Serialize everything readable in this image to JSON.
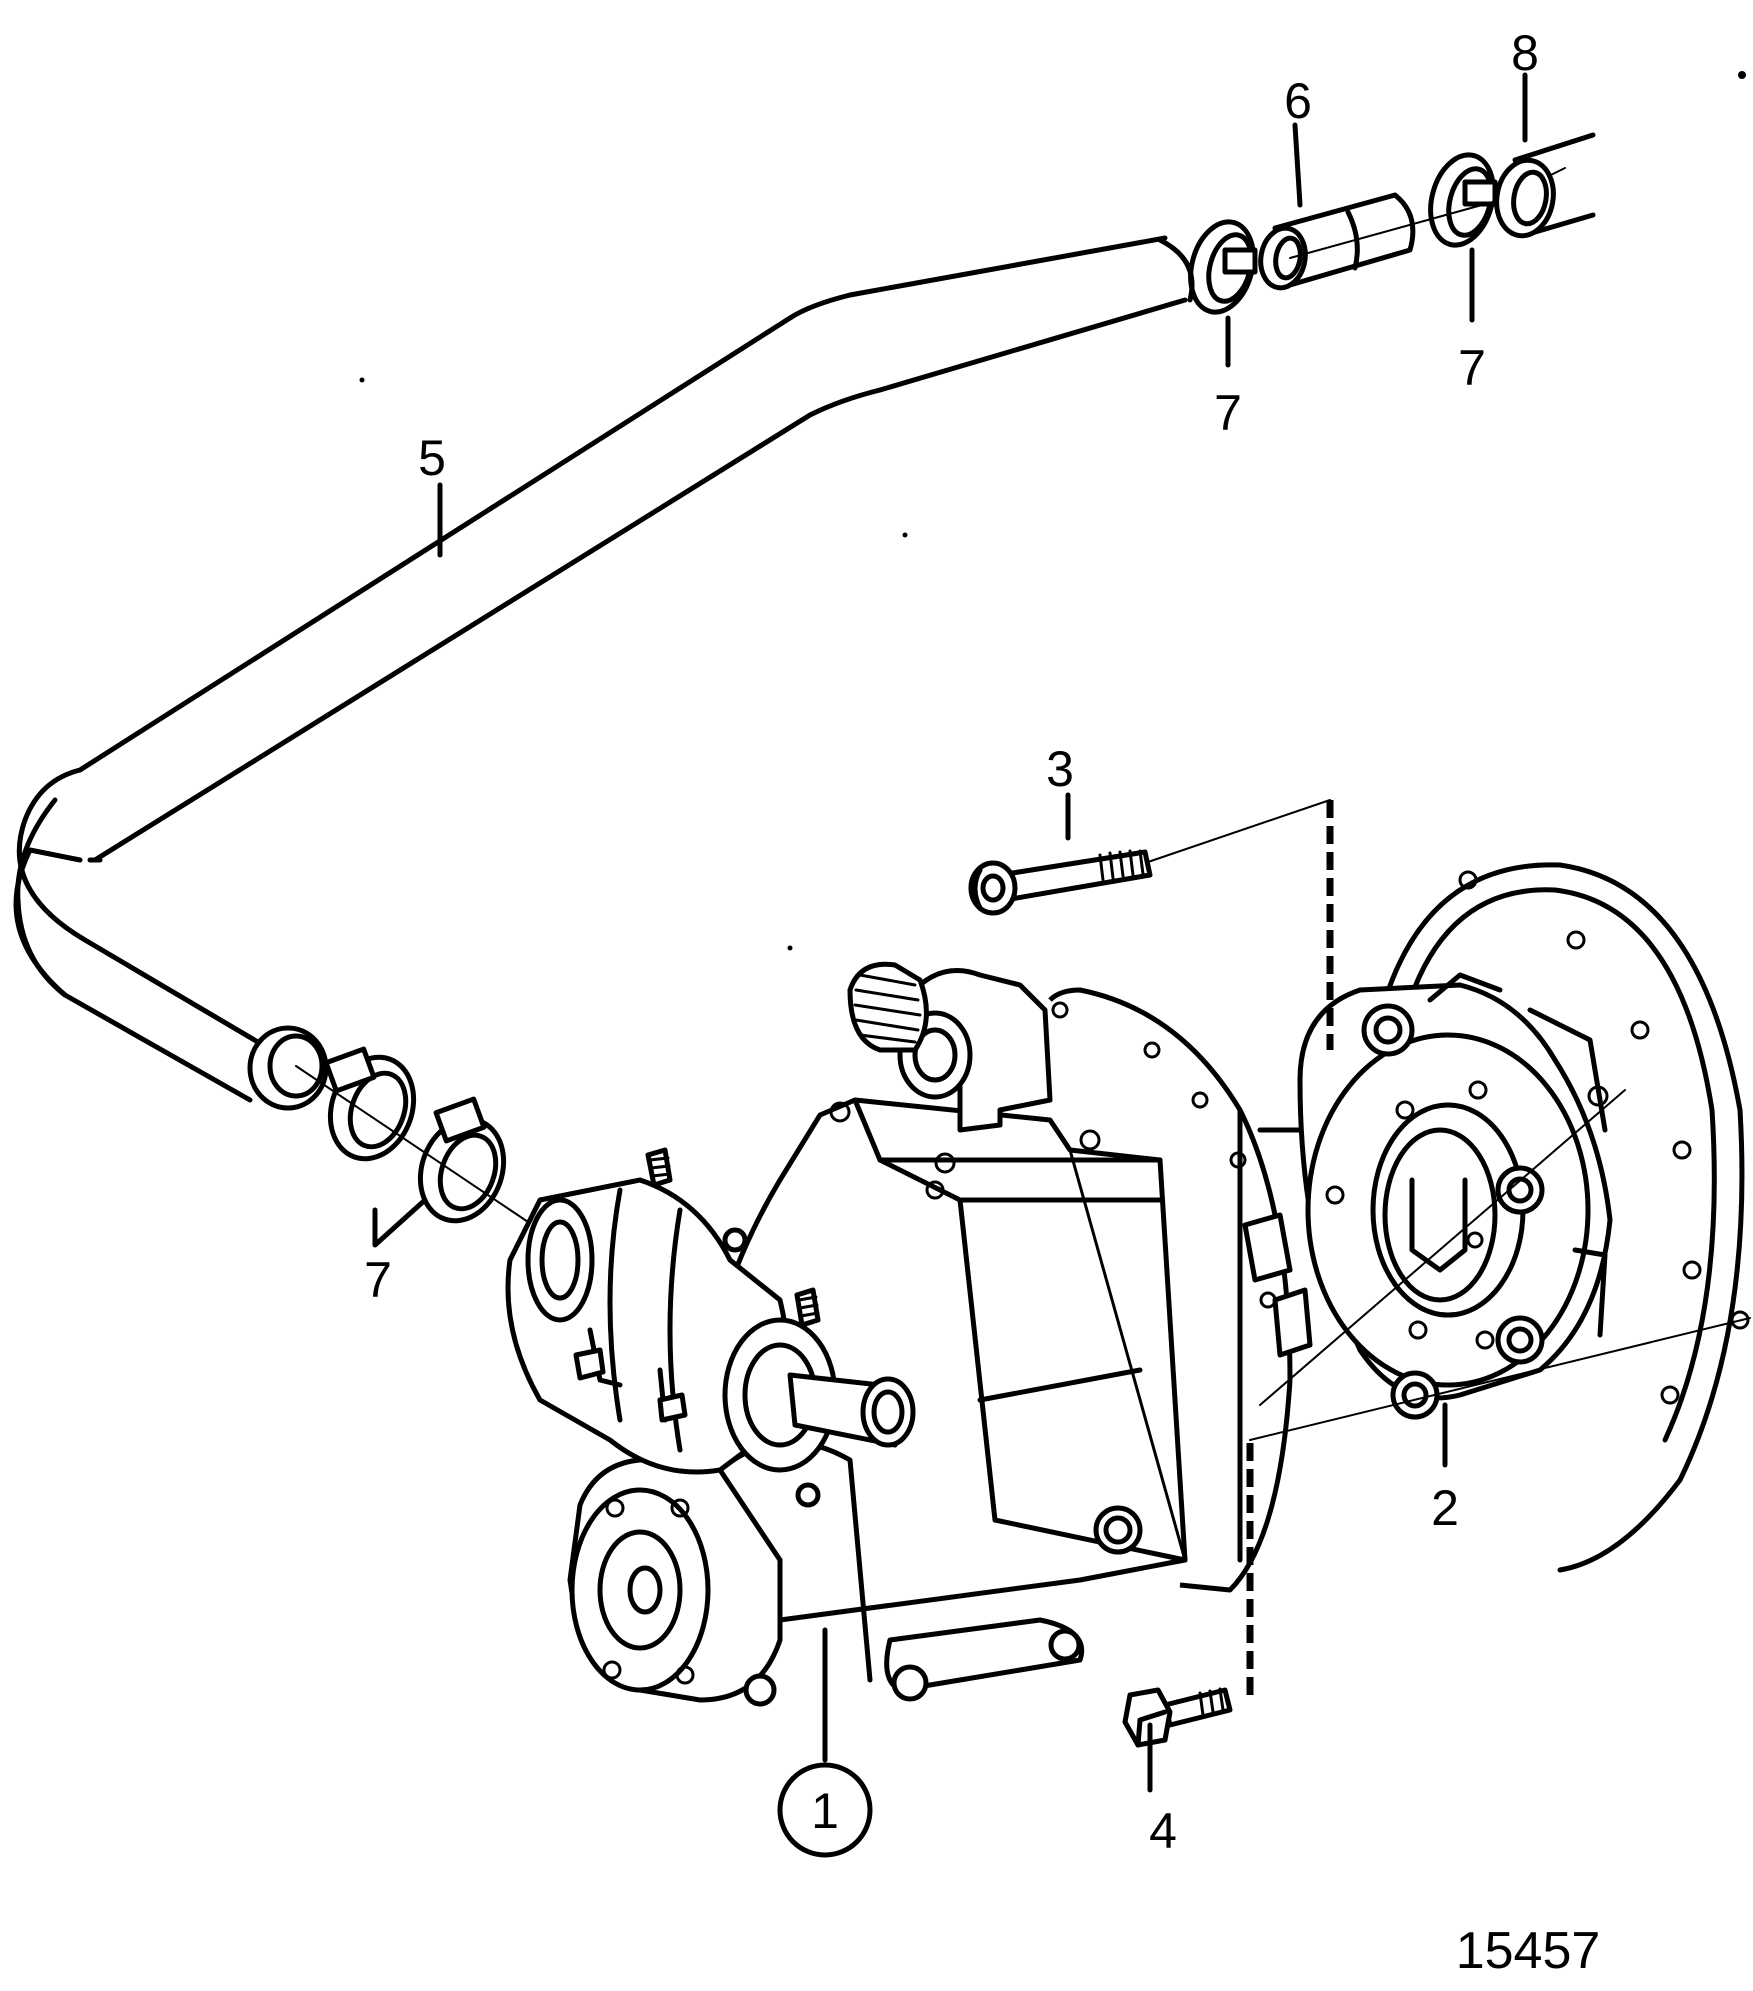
{
  "diagram": {
    "drawing_number": "15457",
    "callouts": {
      "c1": "1",
      "c2": "2",
      "c3": "3",
      "c4": "4",
      "c5": "5",
      "c6": "6",
      "c7a": "7",
      "c7b": "7",
      "c7c": "7",
      "c8": "8"
    }
  }
}
